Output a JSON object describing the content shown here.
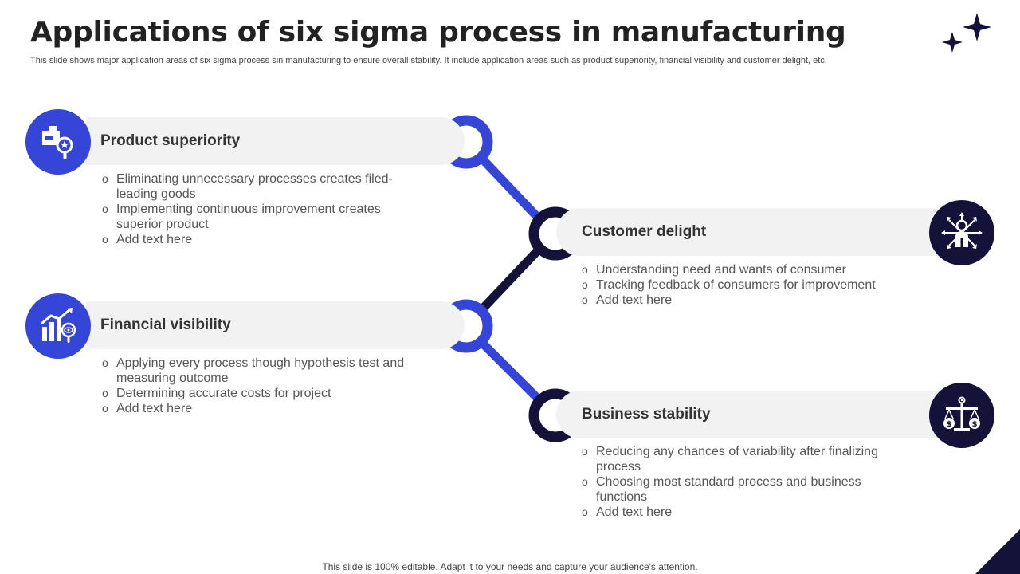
{
  "header": {
    "title": "Applications of six sigma process in manufacturing",
    "subtitle": "This slide shows major application areas of six sigma process sin manufacturing to ensure overall stability. It include application areas such as product superiority, financial visibility and customer delight, etc."
  },
  "colors": {
    "accent_blue": "#3545d8",
    "accent_dark": "#15123a",
    "pill_gray": "#f2f2f2"
  },
  "items": [
    {
      "label": "Product superiority",
      "icon": "product-inspection-icon",
      "bullets": [
        "Eliminating unnecessary processes creates filed-leading goods",
        "Implementing continuous improvement creates superior product",
        "Add text here"
      ]
    },
    {
      "label": "Customer delight",
      "icon": "customer-network-icon",
      "bullets": [
        "Understanding need and wants of consumer",
        "Tracking feedback of consumers for improvement",
        "Add text here"
      ]
    },
    {
      "label": "Financial visibility",
      "icon": "financial-chart-icon",
      "bullets": [
        "Applying every process though hypothesis test and measuring outcome",
        "Determining accurate costs for project",
        "Add text here"
      ]
    },
    {
      "label": "Business stability",
      "icon": "balance-scale-icon",
      "bullets": [
        "Reducing any chances of variability after finalizing process",
        "Choosing most standard process and business functions",
        "Add text here"
      ]
    }
  ],
  "footer": {
    "text": "This slide is 100% editable. Adapt it to your needs and capture your audience's attention."
  }
}
